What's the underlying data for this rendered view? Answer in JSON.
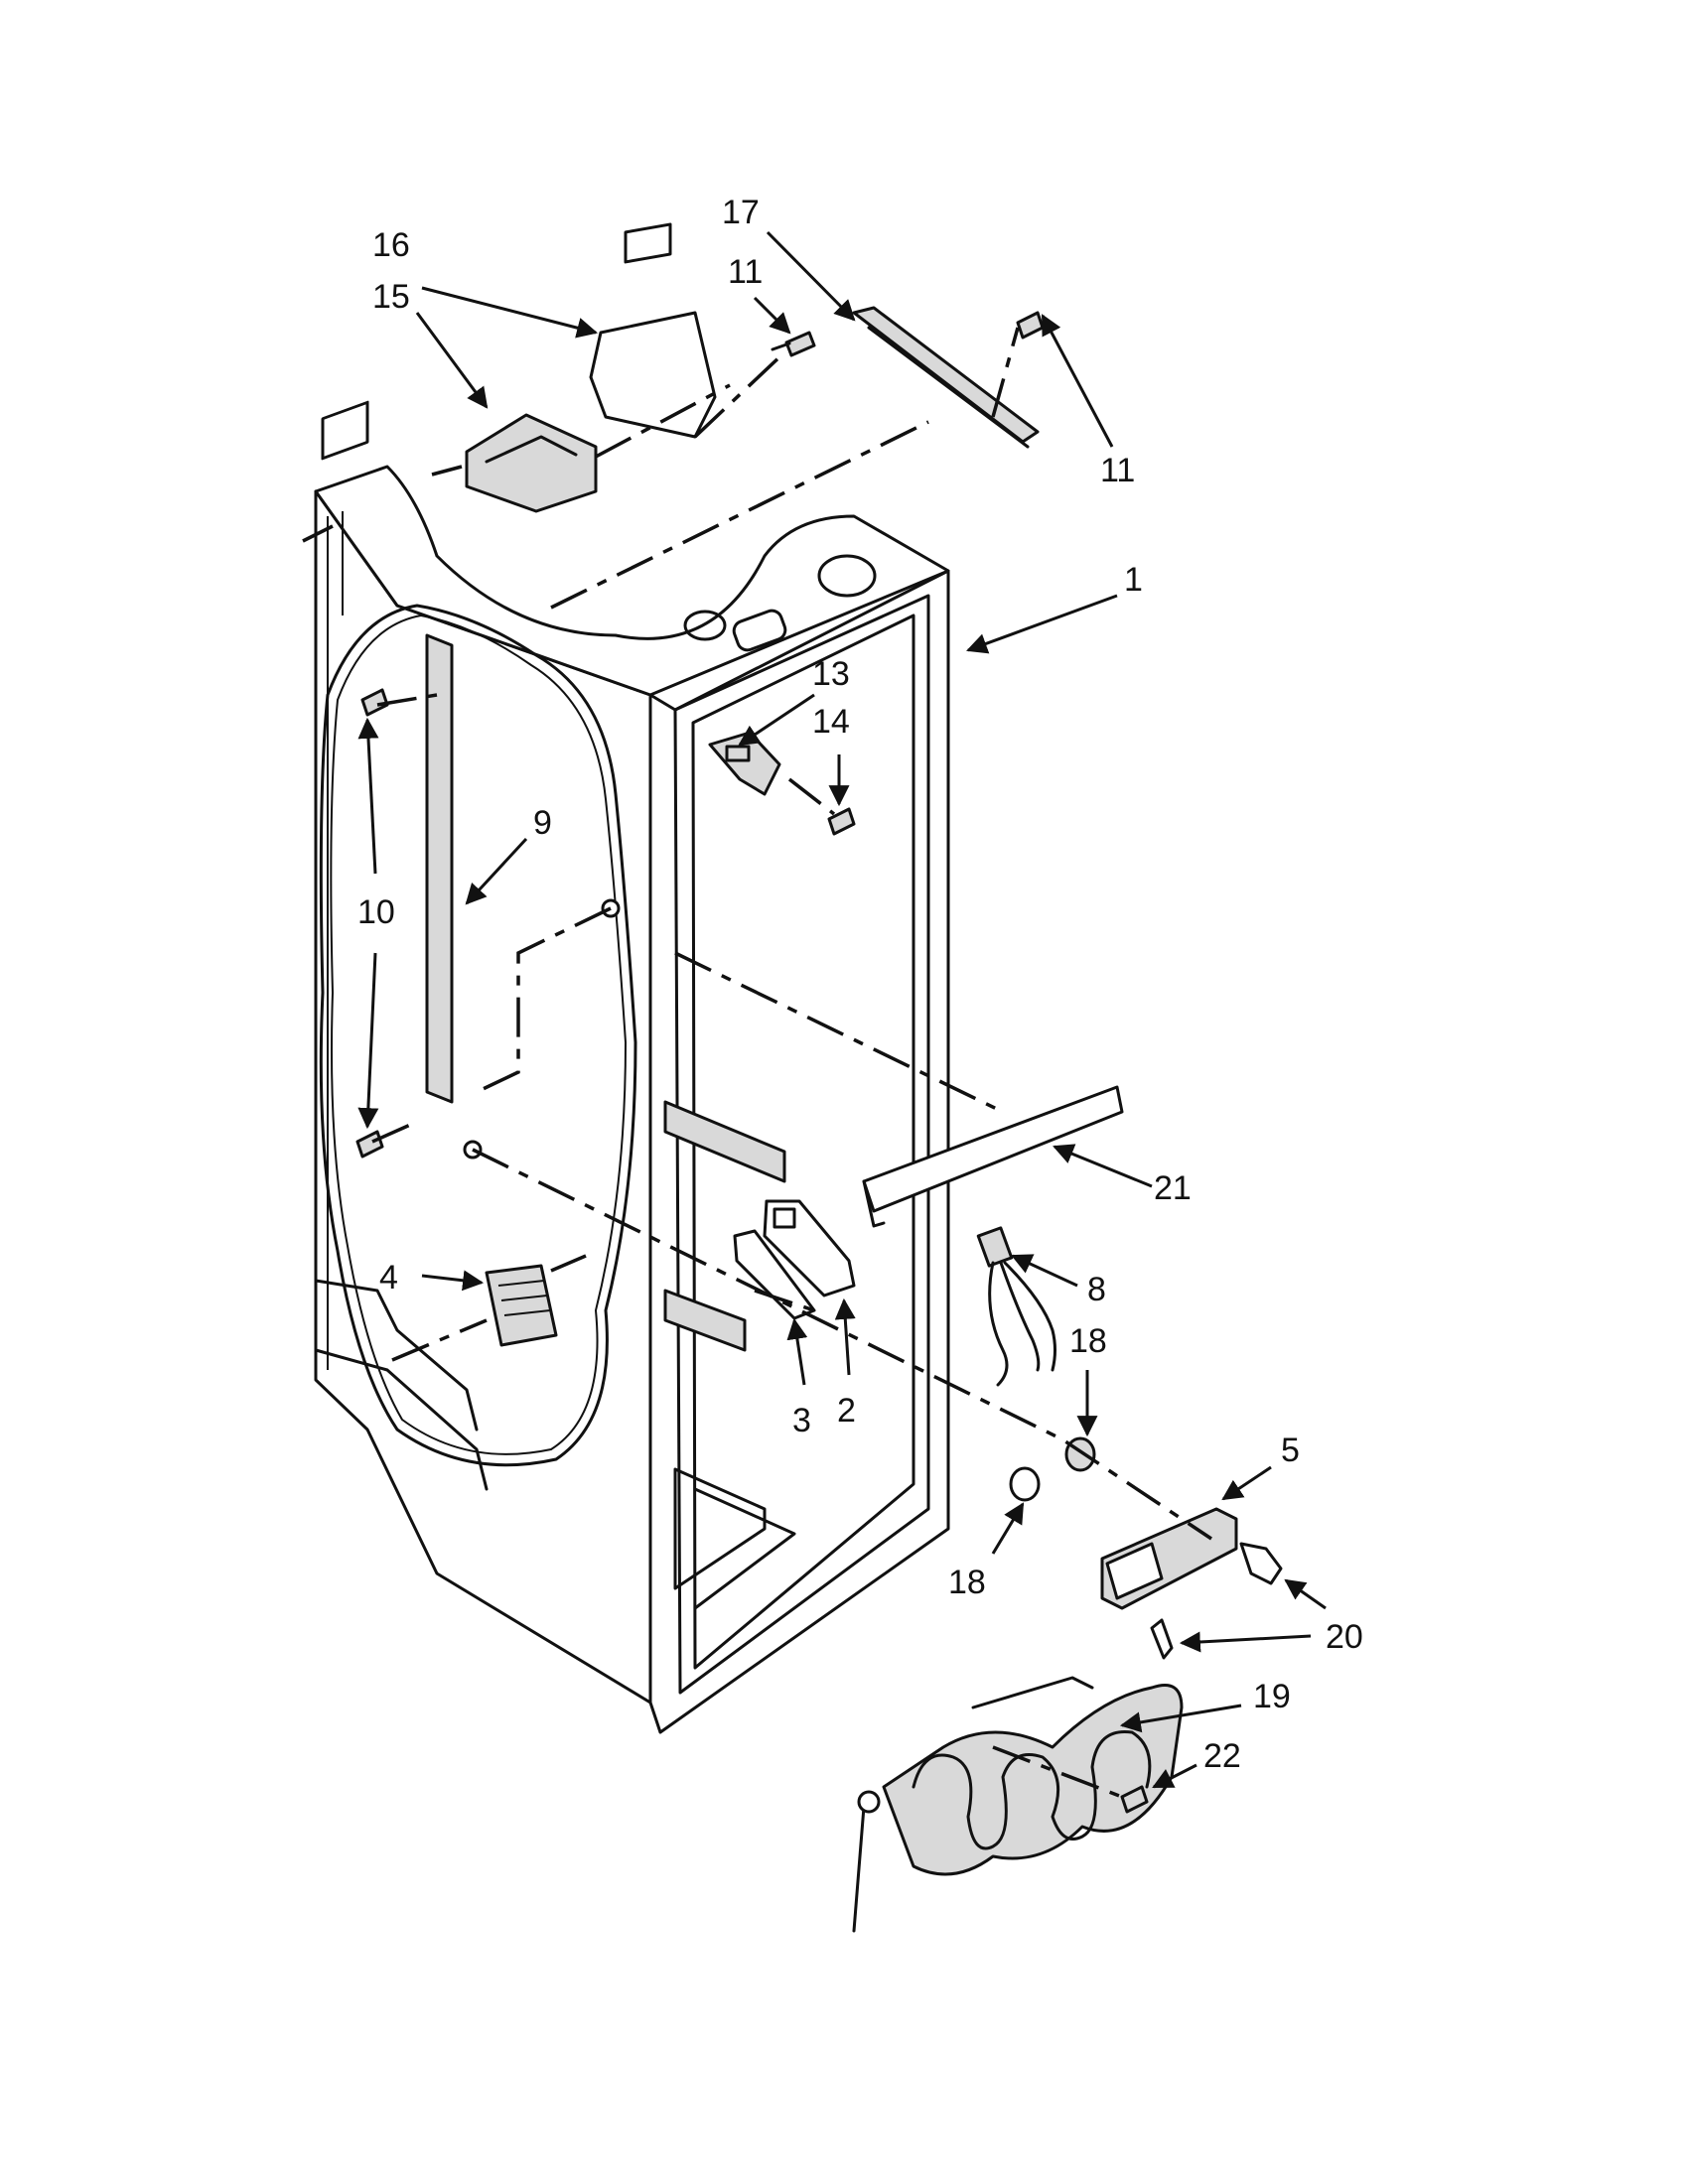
{
  "labels": {
    "l1": "1",
    "l2": "2",
    "l3": "3",
    "l4": "4",
    "l5": "5",
    "l8": "8",
    "l9": "9",
    "l10": "10",
    "l11a": "11",
    "l11b": "11",
    "l13": "13",
    "l14": "14",
    "l15": "15",
    "l16": "16",
    "l17": "17",
    "l18a": "18",
    "l18b": "18",
    "l19": "19",
    "l20": "20",
    "l21": "21",
    "l22": "22"
  },
  "colors": {
    "line": "#111111",
    "shade": "#d9d9d9",
    "background": "#ffffff"
  }
}
